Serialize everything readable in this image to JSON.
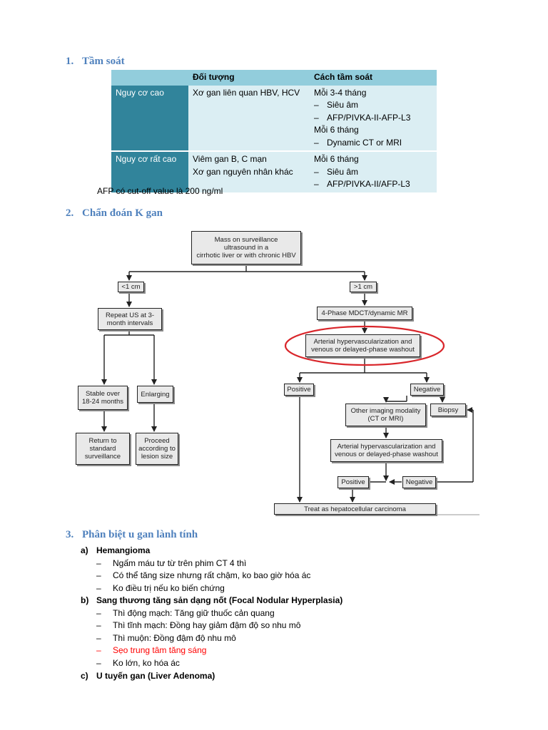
{
  "section1": {
    "num": "1.",
    "title": "Tầm soát",
    "table": {
      "col_target": "Đối tượng",
      "col_method": "Cách tầm soát",
      "rows": [
        {
          "group": "Nguy cơ cao",
          "targets": [
            "Xơ gan liên quan HBV, HCV"
          ],
          "methods": [
            {
              "dash": false,
              "text": "Mỗi 3-4 tháng"
            },
            {
              "dash": true,
              "text": "Siêu âm"
            },
            {
              "dash": true,
              "text": "AFP/PIVKA-II-AFP-L3"
            },
            {
              "dash": false,
              "text": "Mỗi 6 tháng"
            },
            {
              "dash": true,
              "text": "Dynamic CT or MRI"
            }
          ]
        },
        {
          "group": "Nguy cơ rất cao",
          "targets": [
            "Viêm gan B, C mạn",
            "Xơ gan nguyên nhân khác"
          ],
          "methods": [
            {
              "dash": false,
              "text": "Mỗi 6 tháng"
            },
            {
              "dash": true,
              "text": "Siêu âm"
            },
            {
              "dash": true,
              "text": "AFP/PIVKA-II/AFP-L3"
            }
          ]
        }
      ]
    },
    "note": "AFP có cut-off value là 200 ng/ml"
  },
  "section2": {
    "num": "2.",
    "title": "Chẩn đoán K gan",
    "flow": {
      "start": [
        "Mass on surveillance",
        "ultrasound in a",
        "cirrhotic liver or with chronic HBV"
      ],
      "lt1": "<1 cm",
      "gt1": ">1 cm",
      "repeat_us": [
        "Repeat US at 3-",
        "month intervals"
      ],
      "stable": [
        "Stable over",
        "18-24 months"
      ],
      "enlarging": "Enlarging",
      "return": [
        "Return to",
        "standard",
        "surveillance"
      ],
      "proceed": [
        "Proceed",
        "according to",
        "lesion size"
      ],
      "mdct": "4-Phase MDCT/dynamic MR",
      "arterial1": [
        "Arterial hypervascularization and",
        "venous or delayed-phase washout"
      ],
      "positive1": "Positive",
      "negative1": "Negative",
      "other_imaging": [
        "Other imaging modality",
        "(CT or MRI)"
      ],
      "biopsy": "Biopsy",
      "arterial2": [
        "Arterial hypervascularization and",
        "venous or delayed-phase washout"
      ],
      "positive2": "Positive",
      "negative2": "Negative",
      "treat": "Treat as hepatocellular carcinoma"
    }
  },
  "section3": {
    "num": "3.",
    "title": "Phân biệt u gan lành tính",
    "subsections": [
      {
        "label": "a)",
        "title": "Hemangioma",
        "items": [
          {
            "text": "Ngấm máu tư từ trên phim CT 4 thì",
            "highlight": false
          },
          {
            "text": "Có thể tăng size nhưng rất chậm, ko bao giờ hóa ác",
            "highlight": false
          },
          {
            "text": "Ko điều trị nếu ko biến chứng",
            "highlight": false
          }
        ]
      },
      {
        "label": "b)",
        "title": "Sang thương tăng sản dạng nốt (Focal Nodular Hyperplasia)",
        "items": [
          {
            "text": "Thì động mạch: Tăng giữ thuốc cản quang",
            "highlight": false
          },
          {
            "text": "Thì tĩnh mạch: Đồng hay giảm đậm độ so nhu mô",
            "highlight": false
          },
          {
            "text": "Thì muộn: Đồng đậm độ nhu mô",
            "highlight": false
          },
          {
            "text": "Sẹo trung tâm tăng sáng",
            "highlight": true
          },
          {
            "text": "Ko lớn, ko hóa ác",
            "highlight": false
          }
        ]
      },
      {
        "label": "c)",
        "title": "U tuyến gan (Liver Adenoma)",
        "items": []
      }
    ]
  },
  "colors": {
    "heading": "#4f81bd",
    "table_header": "#92cddc",
    "table_rowhead": "#31849b",
    "table_body": "#dbeef3",
    "highlight_ellipse": "#d9262b",
    "highlight_text": "#ff0000"
  }
}
